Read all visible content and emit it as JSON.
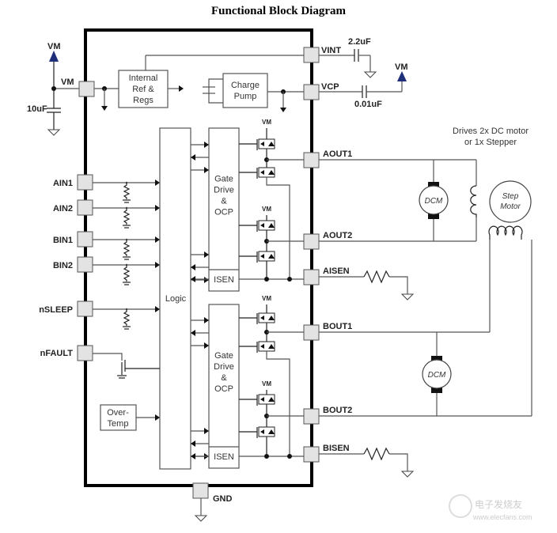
{
  "title": "Functional Block Diagram",
  "blocks": {
    "internal_ref": [
      "Internal",
      "Ref &",
      "Regs"
    ],
    "charge_pump": [
      "Charge",
      "Pump"
    ],
    "logic": "Logic",
    "gate_drive": [
      "Gate",
      "Drive",
      "&",
      "OCP"
    ],
    "isen": "ISEN",
    "over_temp": [
      "Over-",
      "Temp"
    ]
  },
  "pins": {
    "vm": "VM",
    "vint": "VINT",
    "vcp": "VCP",
    "ain1": "AIN1",
    "ain2": "AIN2",
    "bin1": "BIN1",
    "bin2": "BIN2",
    "nsleep": "nSLEEP",
    "nfault": "nFAULT",
    "aout1": "AOUT1",
    "aout2": "AOUT2",
    "aisen": "AISEN",
    "bout1": "BOUT1",
    "bout2": "BOUT2",
    "bisen": "BISEN",
    "gnd": "GND"
  },
  "components": {
    "c_vm": "10uF",
    "c_vint": "2.2uF",
    "c_vcp": "0.01uF",
    "vm_supply": "VM",
    "fet_supply": "VM",
    "dcm": "DCM",
    "step_motor": [
      "Step",
      "Motor"
    ]
  },
  "note": [
    "Drives 2x DC motor",
    "or 1x Stepper"
  ],
  "watermark": [
    "电子发烧友",
    "www.elecfans.com"
  ],
  "colors": {
    "vm_arrow": "#1f2f7a",
    "pin_fill": "#e3e3e3",
    "wire": "#555555"
  }
}
